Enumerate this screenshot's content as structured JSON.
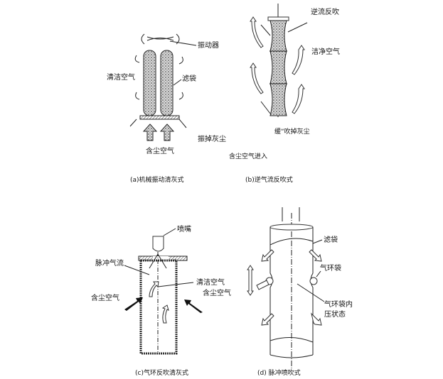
{
  "panel_a": {
    "caption": "(a)机械振动清灰式",
    "labels": {
      "vibrator": "振动器",
      "clean_air": "清洁空气",
      "filter_bag": "滤袋",
      "shaken_dust": "振掉灰尘",
      "dusty_air": "含尘空气"
    }
  },
  "panel_b": {
    "caption": "(b)逆气流反吹式",
    "labels": {
      "reverse_flow": "逆流反吹",
      "clean_air": "洁净空气",
      "blown_dust": "缓“吹掉灰尘",
      "dusty_air_in": "含尘空气进入"
    }
  },
  "panel_c": {
    "caption": "(c)气环反吹清灰式",
    "labels": {
      "nozzle": "喷嘴",
      "pulse_flow": "脉冲气流",
      "clean_air": "清洁空气",
      "dusty_air_left": "含尘空气",
      "dusty_air_right": "含尘空气"
    }
  },
  "panel_d": {
    "caption": "(d) 脉冲喷吹式",
    "labels": {
      "filter_bag": "滤袋",
      "air_ring_bag": "气环袋",
      "pressure_line1": "气环袋内",
      "pressure_line2": "压状态"
    }
  }
}
